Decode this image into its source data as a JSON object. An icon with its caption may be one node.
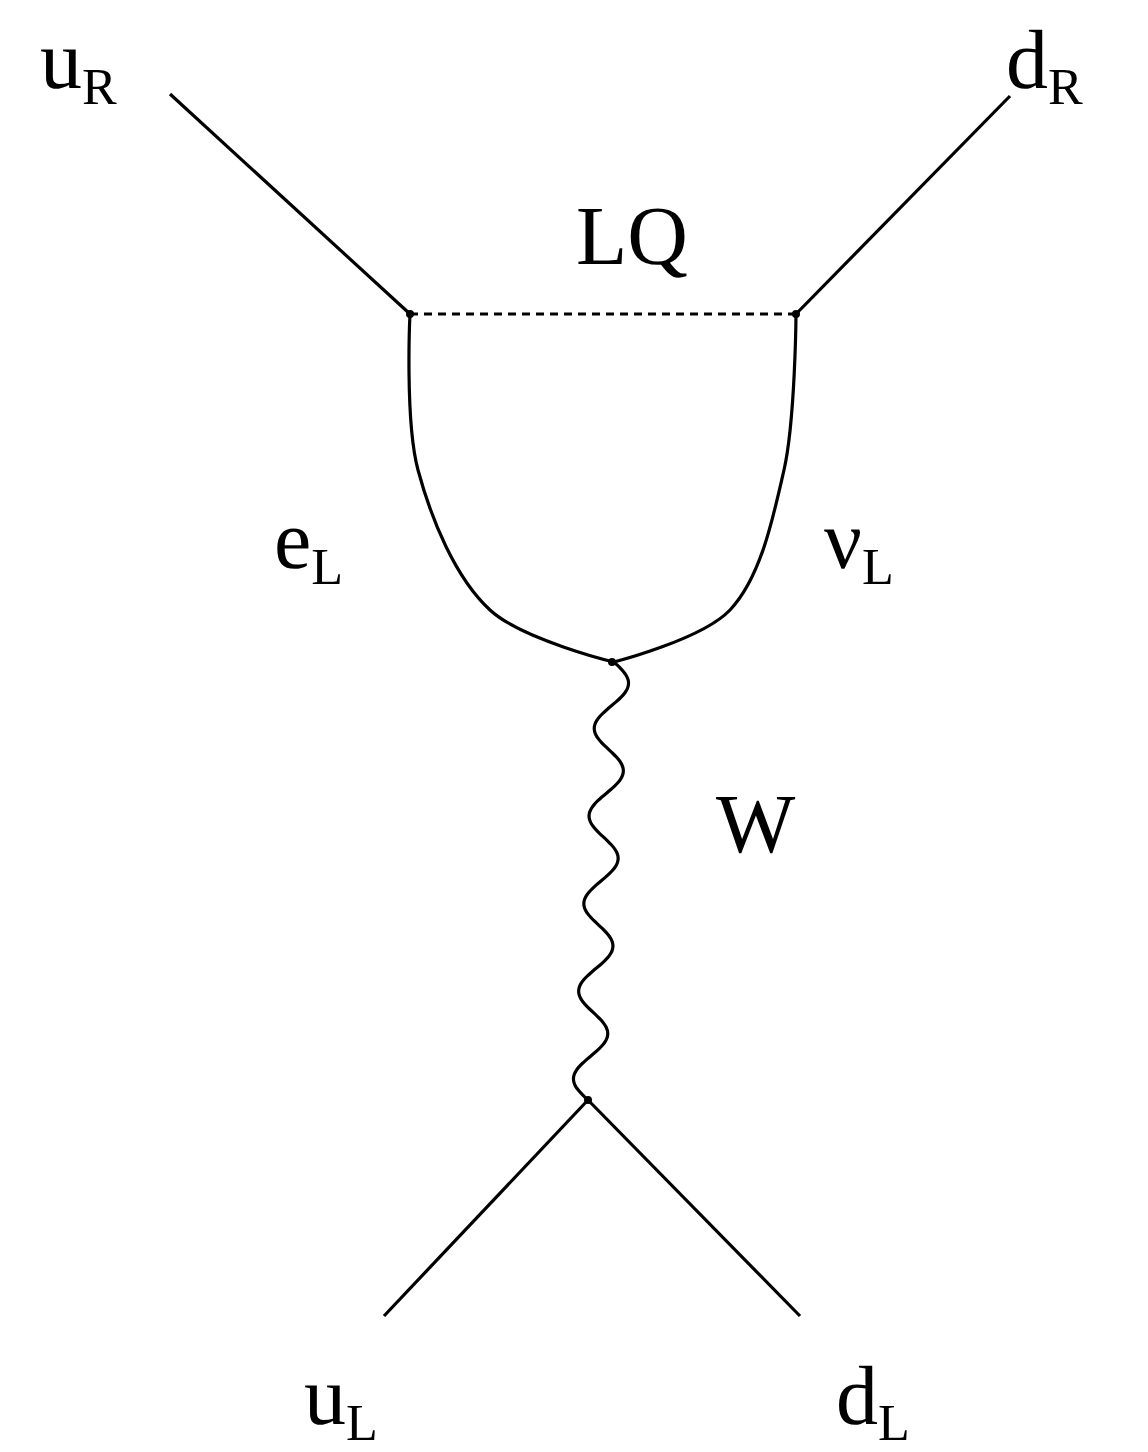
{
  "diagram": {
    "nodes": [
      {
        "text": [
          "u$_{R}$"
        ]
      },
      {
        "text": [
          "d$_{R}$"
        ]
      },
      {
        "text": [],
        "shape": "point"
      },
      {
        "text": [],
        "shape": "point"
      },
      {
        "text": [],
        "shape": "point"
      },
      {
        "text": [],
        "shape": "point"
      },
      {
        "text": [
          "u$_{L}$"
        ]
      },
      {
        "text": [
          "d$_{L}$"
        ]
      }
    ],
    "edges": [
      {
        "from": 0,
        "to": 2,
        "arrow": "none"
      },
      {
        "from": 1,
        "to": 3,
        "arrow": "none"
      },
      {
        "from": 2,
        "to": 3,
        "arrow": "none",
        "label": "LQ",
        "style": "dashed"
      },
      {
        "from": 2,
        "to": 4,
        "arrow": "none",
        "label": "e$_{L}$"
      },
      {
        "from": 3,
        "to": 4,
        "arrow": "none",
        "label": "ν$_{L}$"
      },
      {
        "from": 4,
        "to": 5,
        "arrow": "none",
        "label": "W"
      },
      {
        "from": 5,
        "to": 6,
        "arrow": "none"
      },
      {
        "from": 5,
        "to": 7,
        "arrow": "none"
      }
    ]
  }
}
